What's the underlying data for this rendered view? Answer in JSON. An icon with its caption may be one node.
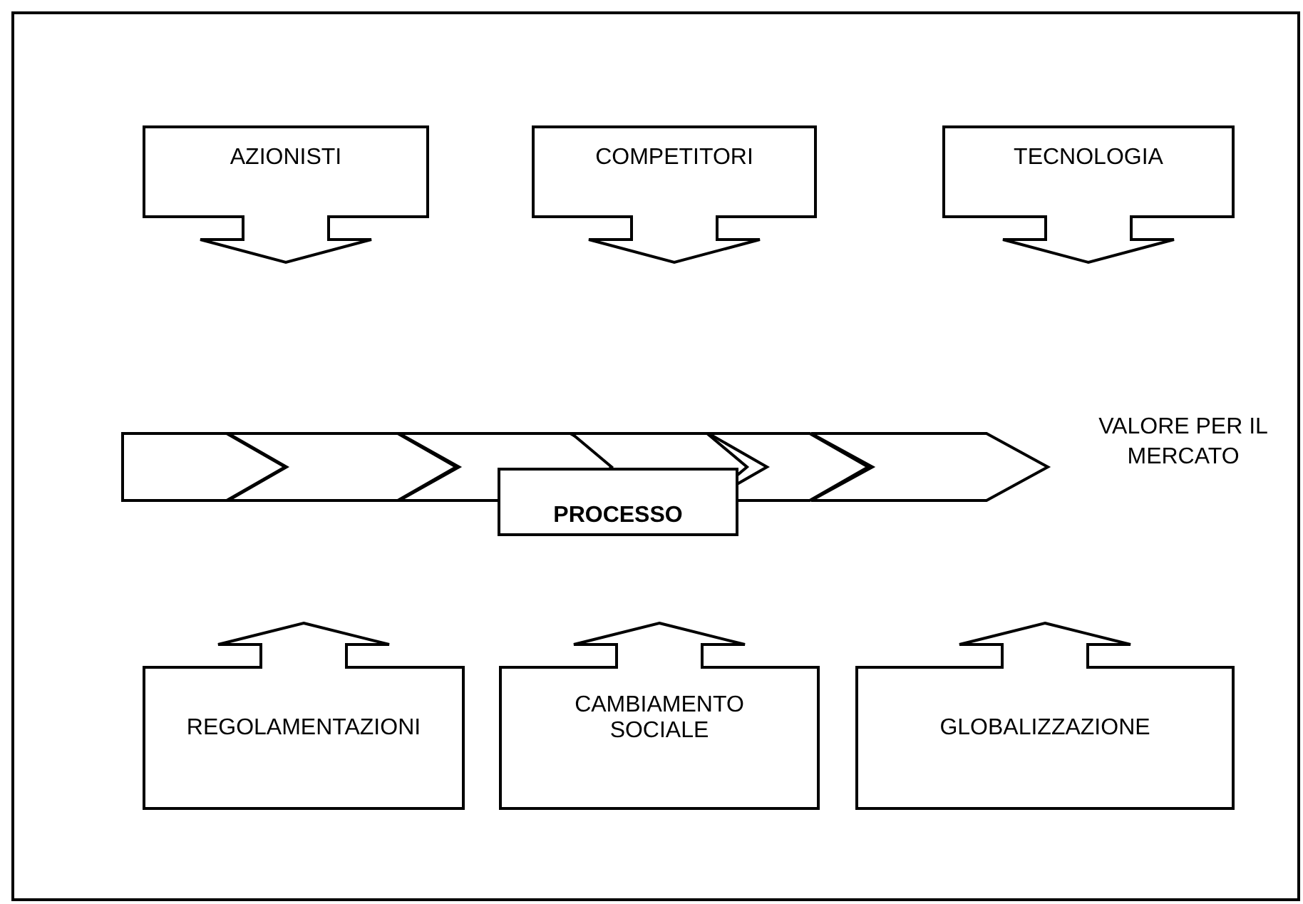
{
  "diagram": {
    "nodes": [
      {
        "text": [
          "AZIONISTI"
        ]
      },
      {
        "text": [
          "COMPETITORI"
        ]
      },
      {
        "text": [
          "TECNOLOGIA"
        ]
      },
      {
        "text": [],
        "shape": "chevron"
      },
      {
        "text": [],
        "shape": "chevron"
      },
      {
        "text": [],
        "shape": "chevron"
      },
      {
        "text": [],
        "shape": "chevron"
      },
      {
        "text": [],
        "shape": "chevron"
      },
      {
        "text": [],
        "shape": "chevron"
      },
      {
        "text": [
          "PROCESSO"
        ]
      },
      {
        "text": [
          "REGOLAMENTAZIONI"
        ]
      },
      {
        "text": [
          "CAMBIAMENTO SOCIALE"
        ]
      },
      {
        "text": [
          "GLOBALIZZAZIONE"
        ]
      }
    ],
    "edges": [],
    "labels": [
      "VALORE PER IL MERCATO"
    ]
  }
}
